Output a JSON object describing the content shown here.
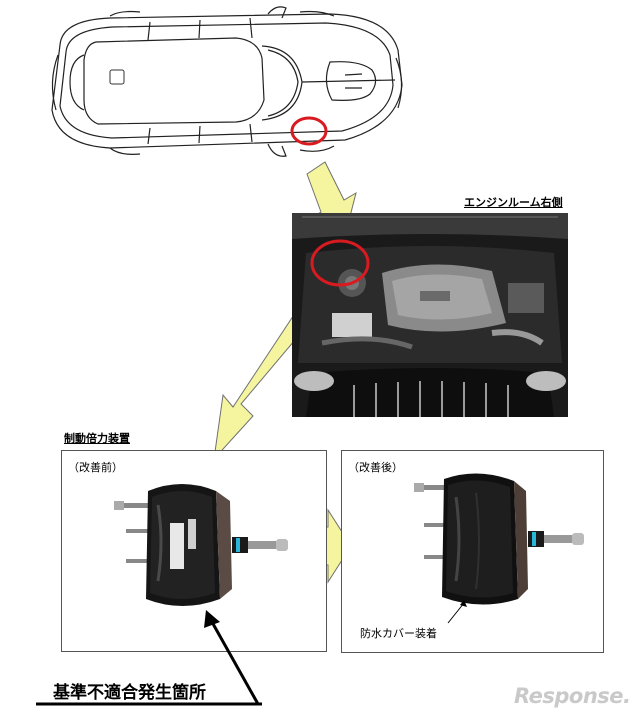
{
  "labels": {
    "engine_room": "エンジンルーム右側",
    "booster_title": "制動倍力装置",
    "before": "（改善前）",
    "after": "（改善後）",
    "cover": "防水カバー装着",
    "defect": "基準不適合発生箇所"
  },
  "watermark": "Response.",
  "colors": {
    "arrow_fill": "#f5f5a0",
    "arrow_stroke": "#707070",
    "highlight": "#d81b20"
  }
}
